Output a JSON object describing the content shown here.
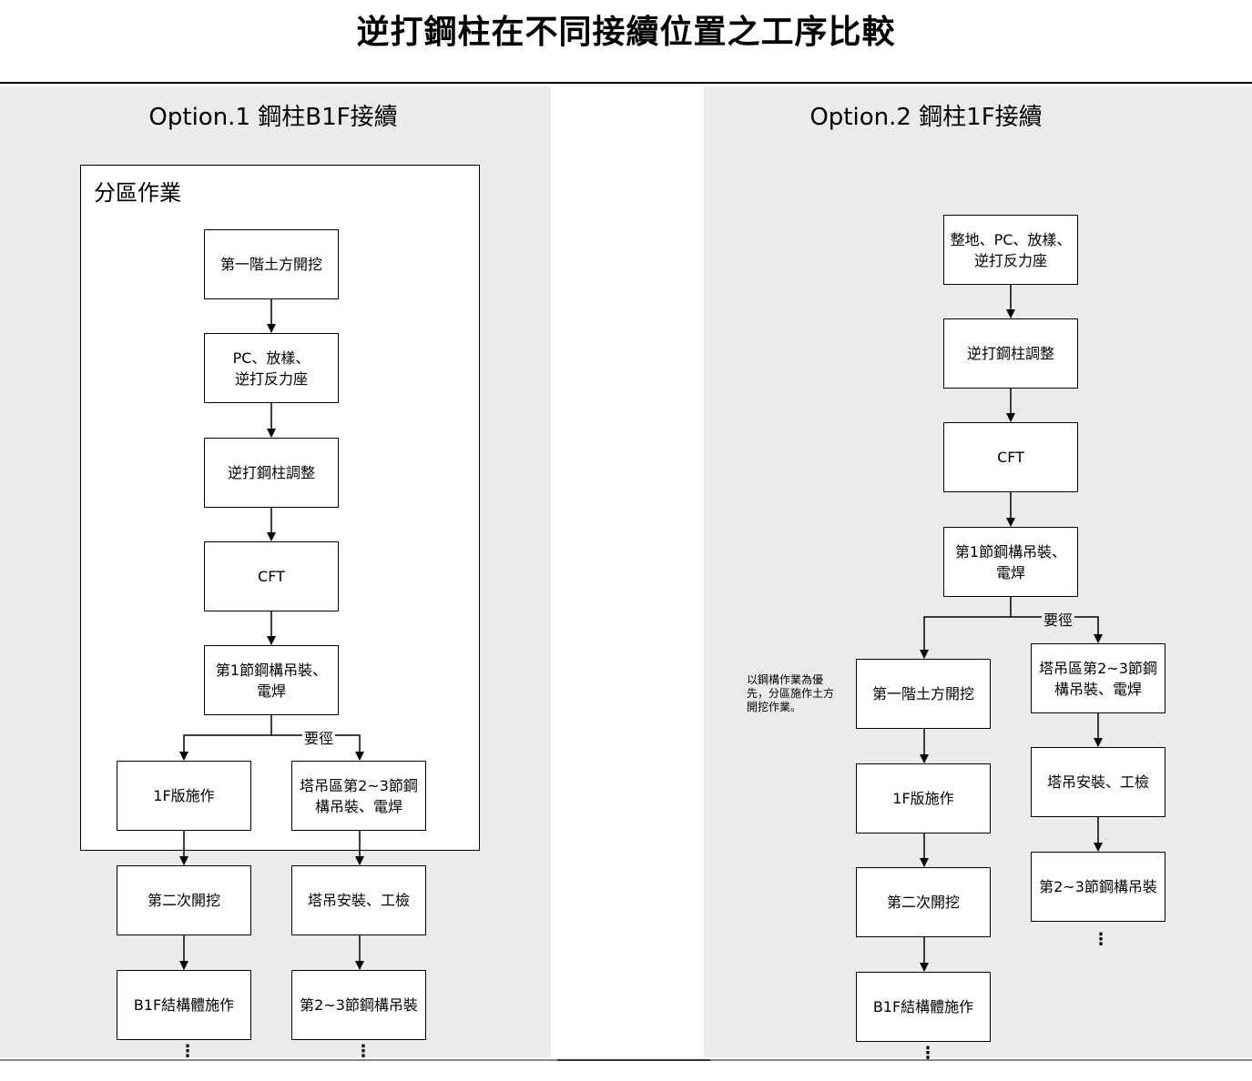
{
  "title": "逆打鋼柱在不同接續位置之工序比較",
  "option1": {
    "heading": "Option.1 鋼柱B1F接續",
    "zone_label": "分區作業",
    "steps": {
      "s1": "第一階土方開挖",
      "s2": "PC、放樣、\n逆打反力座",
      "s3": "逆打鋼柱調整",
      "s4": "CFT",
      "s5": "第1節鋼構吊裝、\n電焊",
      "s6": "1F版施作",
      "s7": "塔吊區第2~3節鋼\n構吊裝、電焊",
      "s8": "第二次開挖",
      "s9": "塔吊安裝、工檢",
      "s10": "B1F結構體施作",
      "s11": "第2~3節鋼構吊裝"
    },
    "critical_label": "要徑",
    "continuation": "⋮"
  },
  "option2": {
    "heading": "Option.2 鋼柱1F接續",
    "steps": {
      "s1": "整地、PC、放樣、\n逆打反力座",
      "s2": "逆打鋼柱調整",
      "s3": "CFT",
      "s4": "第1節鋼構吊裝、\n電焊",
      "s5": "第一階土方開挖",
      "s6": "塔吊區第2~3節鋼\n構吊裝、電焊",
      "s7": "1F版施作",
      "s8": "塔吊安裝、工檢",
      "s9": "第二次開挖",
      "s10": "第2~3節鋼構吊裝",
      "s11": "B1F結構體施作"
    },
    "critical_label": "要徑",
    "note": "以鋼構作業為優\n先，分區施作土方\n開挖作業。",
    "continuation": "⋮"
  }
}
